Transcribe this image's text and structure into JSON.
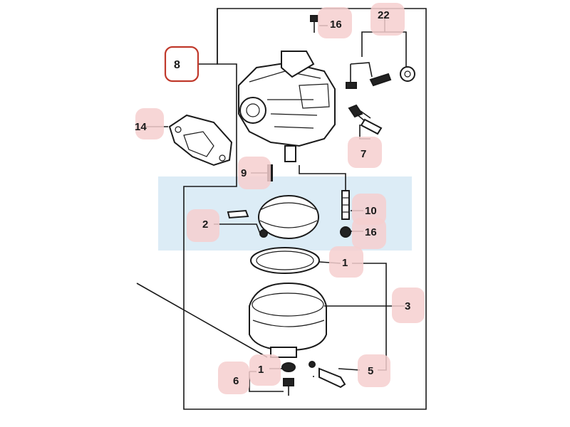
{
  "diagram": {
    "colors": {
      "highlight": "#f6cfcf",
      "selected_border": "#c0392b",
      "band": "#dcecf6",
      "line": "#1a1a1a"
    },
    "callouts": [
      {
        "id": "c8",
        "label": "8",
        "selected": true
      },
      {
        "id": "c16a",
        "label": "16"
      },
      {
        "id": "c22",
        "label": "22"
      },
      {
        "id": "c14",
        "label": "14"
      },
      {
        "id": "c7",
        "label": "7"
      },
      {
        "id": "c9",
        "label": "9"
      },
      {
        "id": "c10",
        "label": "10"
      },
      {
        "id": "c16b",
        "label": "16"
      },
      {
        "id": "c2",
        "label": "2"
      },
      {
        "id": "c1a",
        "label": "1"
      },
      {
        "id": "c3",
        "label": "3"
      },
      {
        "id": "c1b",
        "label": "1"
      },
      {
        "id": "c6",
        "label": "6"
      },
      {
        "id": "c5",
        "label": "5"
      }
    ]
  }
}
